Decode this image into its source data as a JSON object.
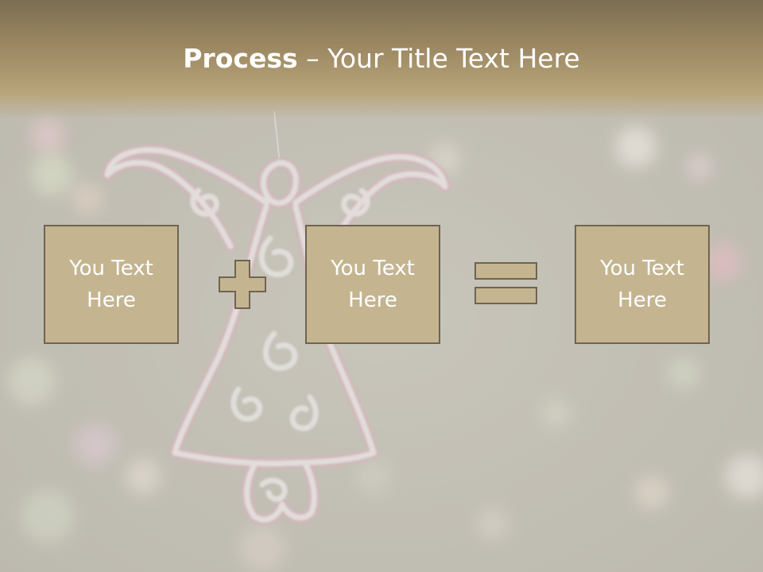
{
  "slide": {
    "title_bold": "Process",
    "title_dash": " – ",
    "title_rest": "Your Title Text Here"
  },
  "process": {
    "boxes": [
      {
        "label": "You Text Here"
      },
      {
        "label": "You Text Here"
      },
      {
        "label": "You Text Here"
      }
    ],
    "operators": [
      "plus-icon",
      "equals-icon"
    ]
  },
  "colors": {
    "title_bar": "#9c8862",
    "box_fill": "#c4b590",
    "box_border": "#6e6450",
    "text": "#ffffff"
  }
}
